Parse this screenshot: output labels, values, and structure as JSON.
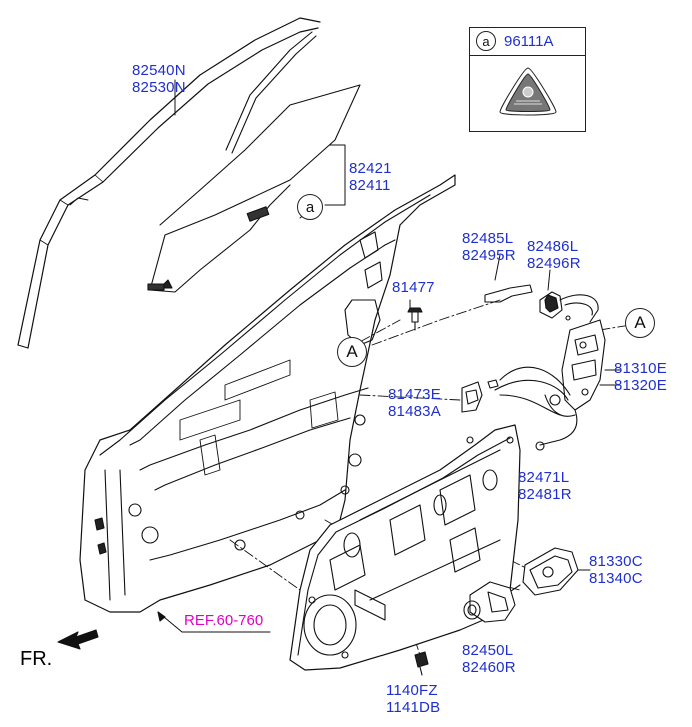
{
  "parts": {
    "run_channel": [
      "82540N",
      "82530N"
    ],
    "glass": [
      "82421",
      "82411"
    ],
    "legend_code": "96111A",
    "hinge_upper": [
      "82485L",
      "82495R"
    ],
    "hinge_lower": [
      "82486L",
      "82496R"
    ],
    "bolt": "81477",
    "latch": [
      "81310E",
      "81320E"
    ],
    "handle_bracket": [
      "81473E",
      "81483A"
    ],
    "module_panel": [
      "82471L",
      "82481R"
    ],
    "actuator": [
      "81330C",
      "81340C"
    ],
    "regulator_motor": [
      "82450L",
      "82460R"
    ],
    "screw": [
      "1140FZ",
      "1141DB"
    ]
  },
  "callouts": {
    "small_a": "a",
    "big_a": "A"
  },
  "reference": "REF.60-760",
  "direction_label": "FR.",
  "colors": {
    "part_number": "#1f2fd0",
    "reference": "#e000c8",
    "line": "#111111"
  }
}
